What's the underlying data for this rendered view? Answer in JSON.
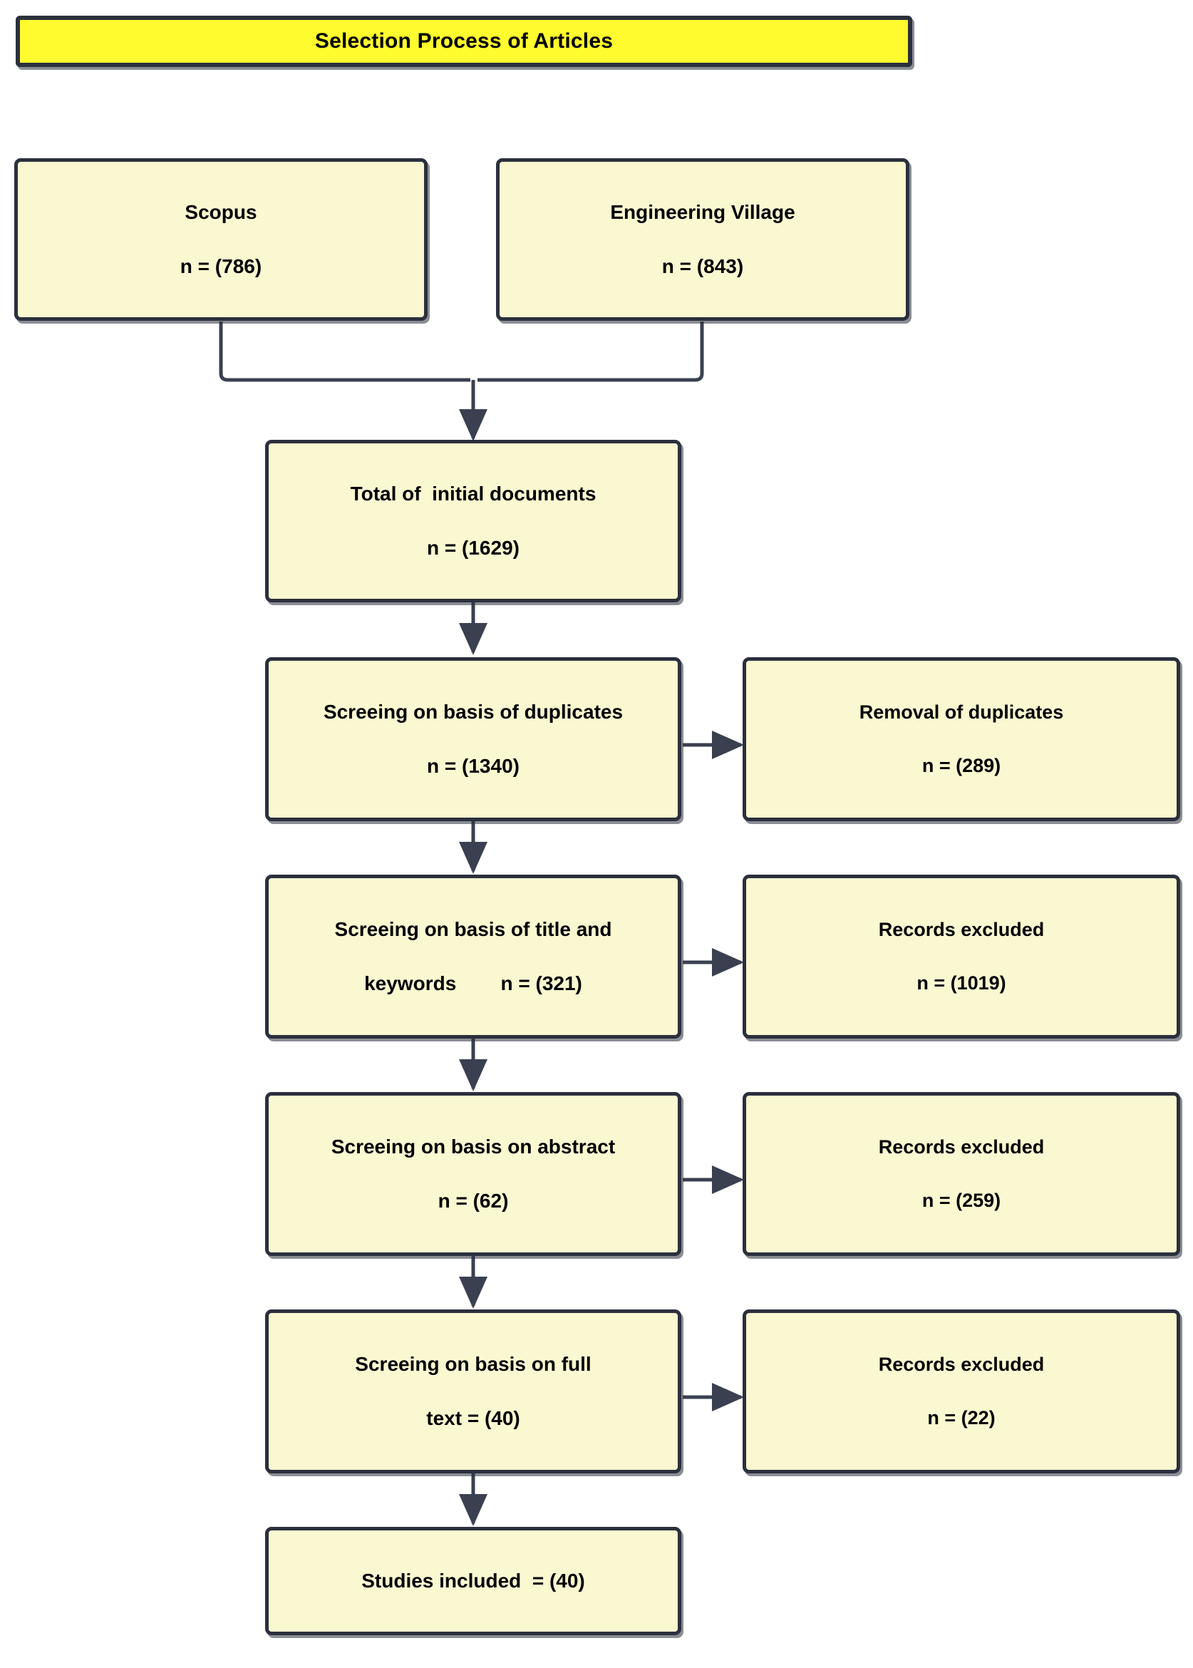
{
  "diagram": {
    "title": "Selection Process of Articles",
    "type": "prisma-flowchart",
    "colors": {
      "title_fill": "#FFFB2E",
      "node_fill": "#FAF8D0",
      "border": "#2B303D",
      "text": "#000000",
      "connector": "#3A4050",
      "background": "#FFFFFF"
    },
    "sources": [
      {
        "id": "scopus",
        "line_1": "Scopus",
        "line_2": "n = (786)",
        "count": 786
      },
      {
        "id": "engineering-village",
        "line_1": "Engineering Village",
        "line_2": "n = (843)",
        "count": 843
      }
    ],
    "total": {
      "id": "total-initial-documents",
      "line_1": "Total of  initial documents",
      "line_2": "n = (1629)",
      "count": 1629
    },
    "stages": [
      {
        "id": "duplicates",
        "line_1": "Screeing on basis of duplicates",
        "line_2": "n = (1340)",
        "count": 1340,
        "excluded": {
          "id": "removal-of-duplicates",
          "line_1": "Removal of duplicates",
          "line_2": "n = (289)",
          "count": 289
        }
      },
      {
        "id": "title-keywords",
        "line_1": "Screeing on basis of title and",
        "line_2": "keywords        n = (321)",
        "count": 321,
        "excluded": {
          "id": "records-excluded-title",
          "line_1": "Records excluded",
          "line_2": "n = (1019)",
          "count": 1019
        }
      },
      {
        "id": "abstract",
        "line_1": "Screeing on basis on abstract",
        "line_2": "n = (62)",
        "count": 62,
        "excluded": {
          "id": "records-excluded-abstract",
          "line_1": "Records excluded",
          "line_2": "n = (259)",
          "count": 259
        }
      },
      {
        "id": "full-text",
        "line_1": "Screeing on basis on full",
        "line_2": "text = (40)",
        "count": 40,
        "excluded": {
          "id": "records-excluded-fulltext",
          "line_1": "Records excluded",
          "line_2": "n = (22)",
          "count": 22
        }
      }
    ],
    "result": {
      "id": "studies-included",
      "line_1": "Studies included  = (40)",
      "count": 40
    }
  }
}
